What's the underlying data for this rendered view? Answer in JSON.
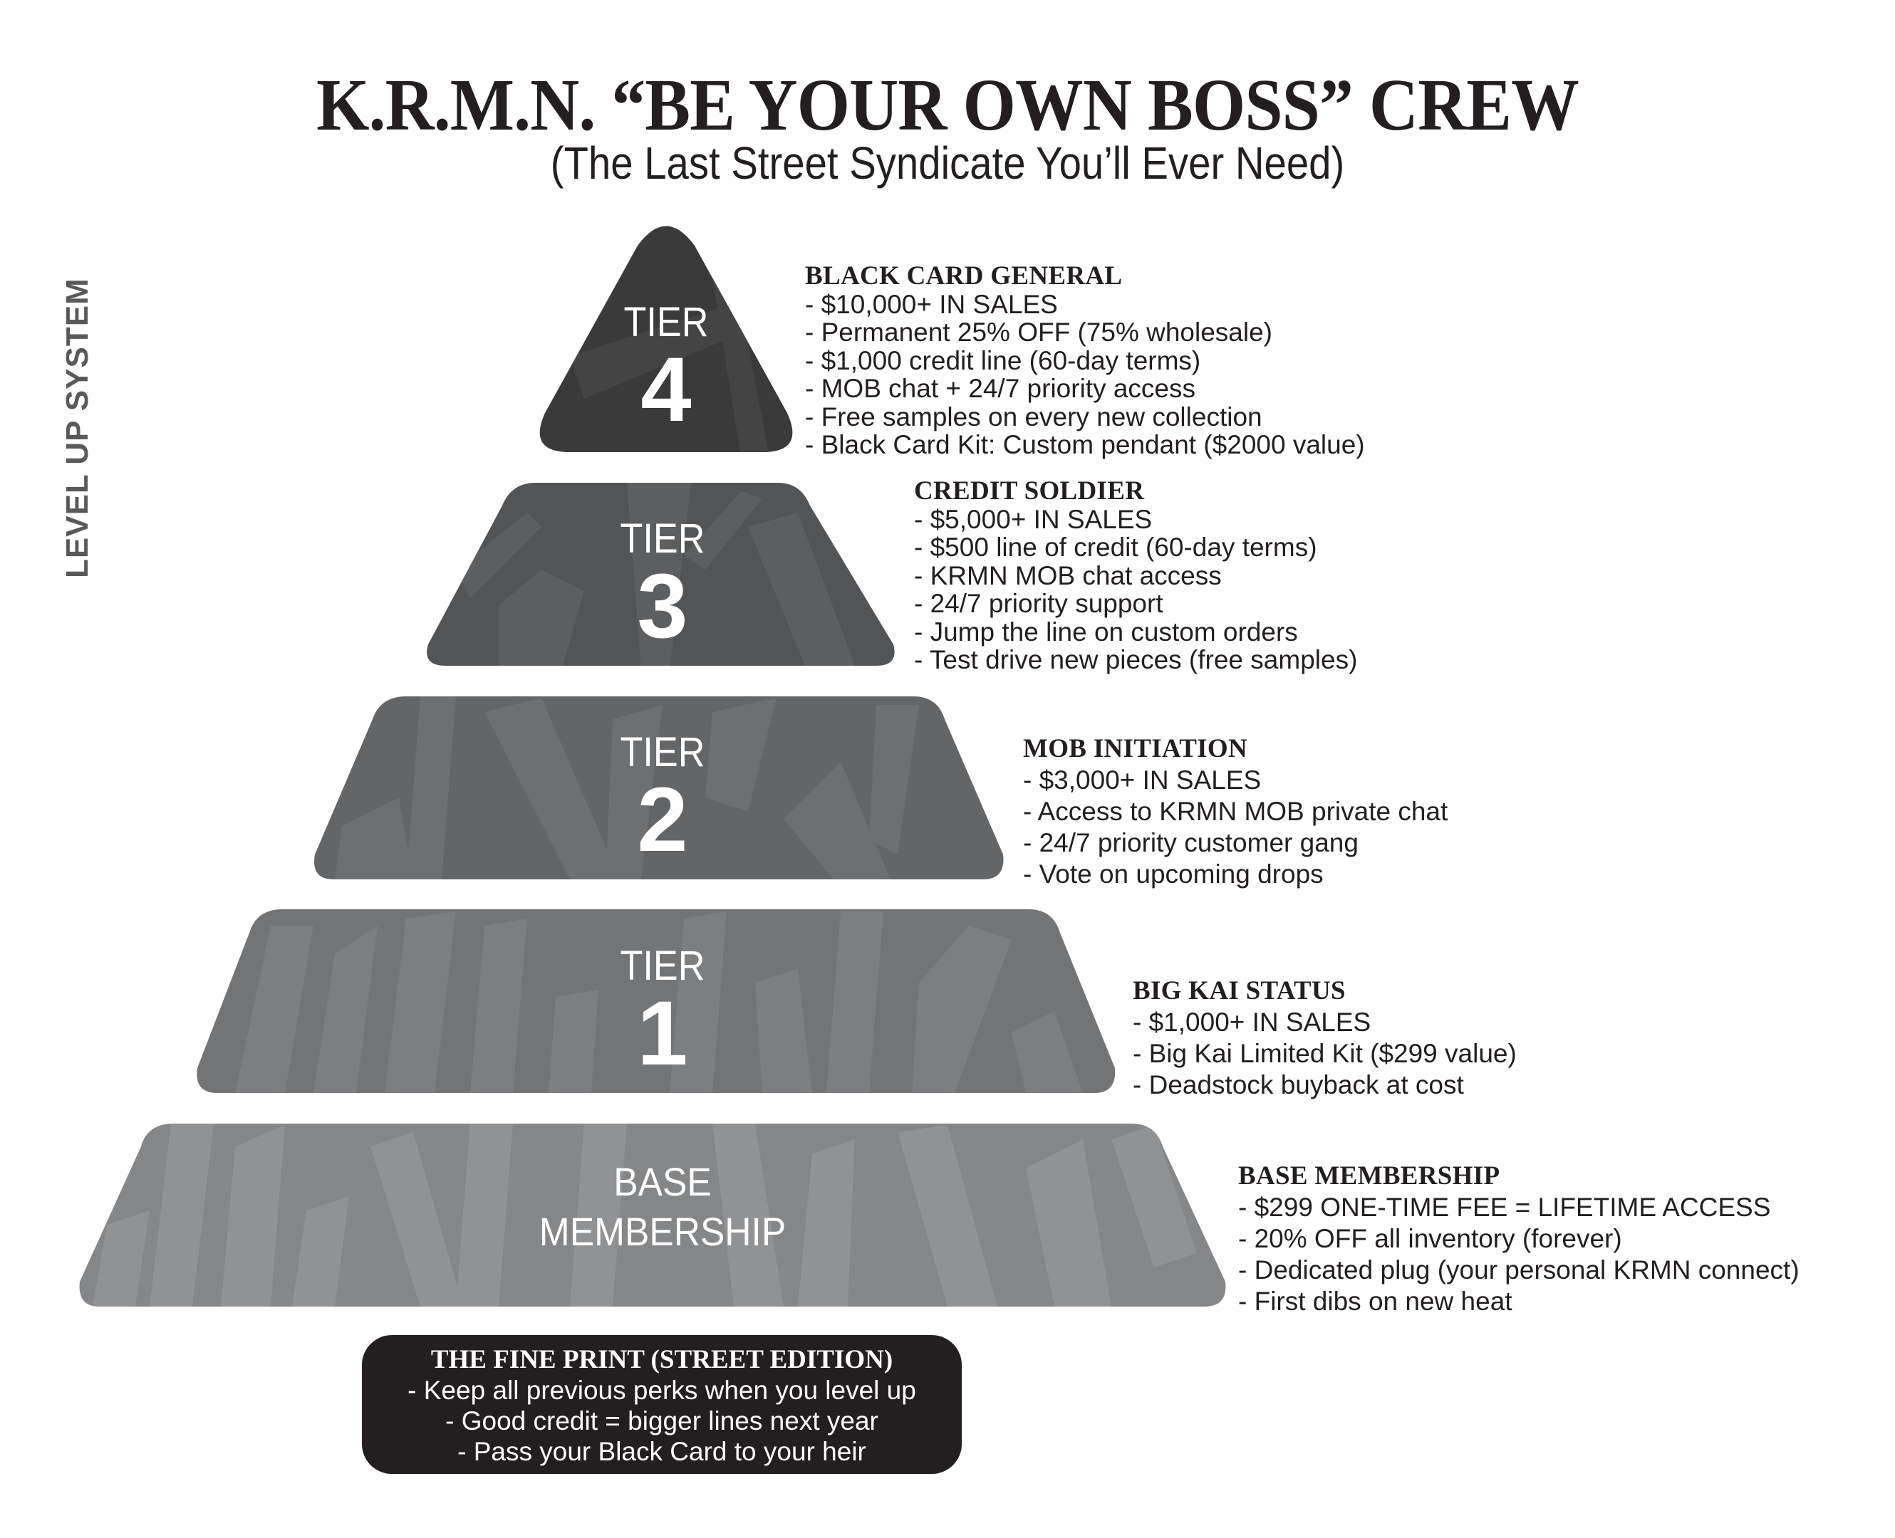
{
  "header": {
    "title": "K.R.M.N. “BE YOUR OWN BOSS” CREW",
    "subtitle": "(The Last Street Syndicate You’ll Ever Need)"
  },
  "side_label": "LEVEL UP SYSTEM",
  "colors": {
    "text": "#231f20",
    "side_label": "#58595b",
    "tier4": "#3a3a3b",
    "tier3": "#535456",
    "tier2": "#646567",
    "tier1": "#737476",
    "base": "#858688",
    "fine_print_bg": "#231f20"
  },
  "tiers": [
    {
      "word": "TIER",
      "number": "4",
      "heading": "BLACK CARD GENERAL",
      "perks": [
        "- $10,000+ IN SALES",
        "- Permanent 25% OFF (75% wholesale)",
        "- $1,000 credit line (60-day terms)",
        "- MOB chat + 24/7 priority access",
        "- Free samples on every new collection",
        "- Black Card Kit: Custom pendant ($2000 value)"
      ]
    },
    {
      "word": "TIER",
      "number": "3",
      "heading": "CREDIT SOLDIER",
      "perks": [
        "- $5,000+ IN SALES",
        "- $500 line of credit (60-day terms)",
        "- KRMN MOB chat access",
        "- 24/7 priority support",
        "- Jump the line on custom orders",
        "- Test drive new pieces (free samples)"
      ]
    },
    {
      "word": "TIER",
      "number": "2",
      "heading": "MOB INITIATION",
      "perks": [
        "- $3,000+ IN SALES",
        "- Access to KRMN MOB private chat",
        "- 24/7 priority customer gang",
        "- Vote on upcoming drops"
      ]
    },
    {
      "word": "TIER",
      "number": "1",
      "heading": "BIG KAI STATUS",
      "perks": [
        "- $1,000+ IN SALES",
        "- Big Kai Limited Kit ($299 value)",
        "- Deadstock buyback at cost"
      ]
    },
    {
      "word": "BASE",
      "number": "MEMBERSHIP",
      "heading": "BASE MEMBERSHIP",
      "perks": [
        "-  $299 ONE-TIME FEE = LIFETIME ACCESS",
        "-  20% OFF all inventory (forever)",
        "-  Dedicated plug (your personal KRMN connect)",
        "-  First dibs on new heat"
      ]
    }
  ],
  "fine_print": {
    "heading": "THE FINE PRINT (STREET EDITION)",
    "items": [
      "-  Keep all previous perks when you level up",
      "-  Good credit = bigger lines next year",
      "-  Pass your Black Card to your heir"
    ]
  }
}
